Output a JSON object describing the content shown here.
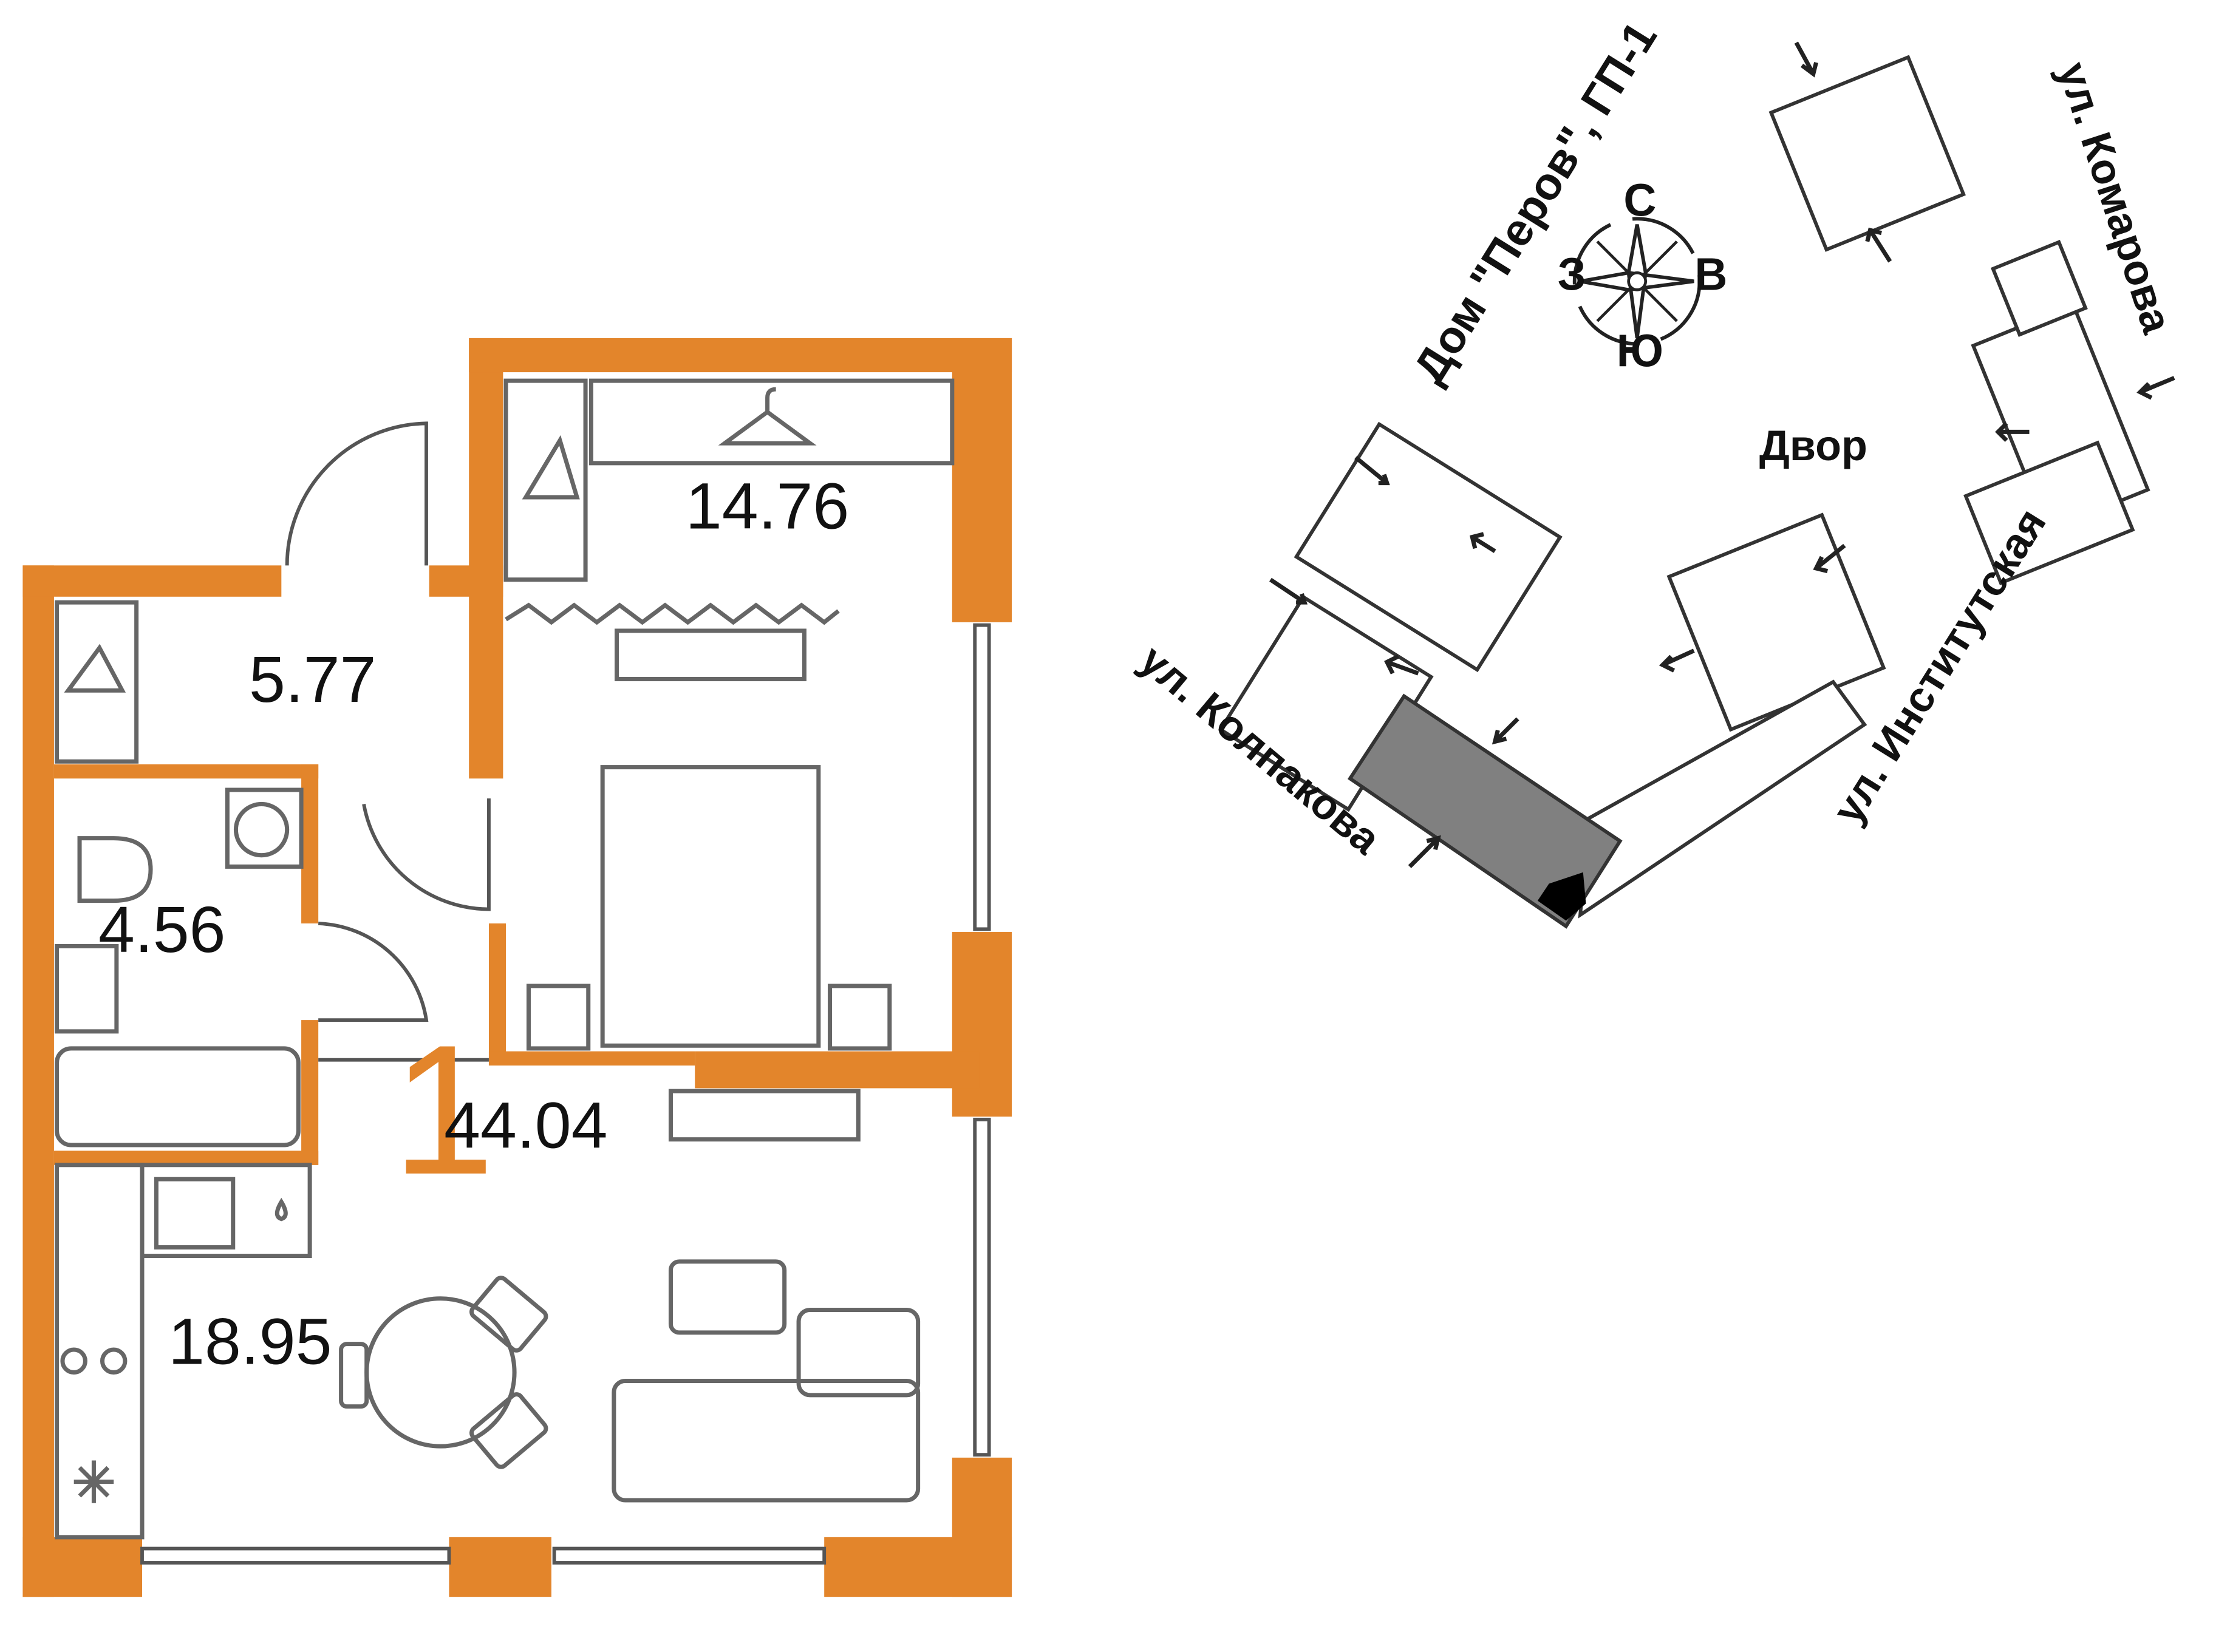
{
  "plan": {
    "room_count": "1",
    "total_area": "44.04",
    "rooms": [
      {
        "id": "bedroom",
        "area": "14.76"
      },
      {
        "id": "hall",
        "area": "5.77"
      },
      {
        "id": "bathroom",
        "area": "4.56"
      },
      {
        "id": "kitchen-living",
        "area": "18.95"
      }
    ],
    "accent_color": "#e3852b"
  },
  "site_map": {
    "building_label": "Дом \"Перов\", ГП-1",
    "courtyard": "Двор",
    "streets": {
      "komarova": "ул. Комарова",
      "institutskaya": "ул. Институтская",
      "kolpakova": "ул. Колпакова"
    },
    "compass": {
      "north": "С",
      "south": "Ю",
      "west": "З",
      "east": "В"
    }
  }
}
